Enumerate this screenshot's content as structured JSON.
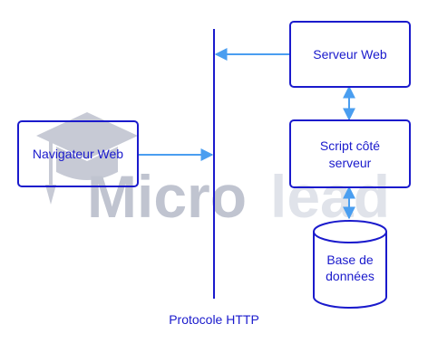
{
  "diagram": {
    "colors": {
      "box_stroke": "#1a1acc",
      "text": "#1a1acc",
      "arrow": "#4a9ef0",
      "protocol_line": "#1a1acc",
      "watermark": "#9aa0b4"
    },
    "watermark": {
      "text_dark": "Micro",
      "text_light": "lead",
      "icon": "graduation-cap-icon"
    },
    "nodes": {
      "navigateur": [
        "Navigateur Web"
      ],
      "serveur": [
        "Serveur Web"
      ],
      "script": [
        "Script côté",
        "serveur"
      ],
      "database": [
        "Base de",
        "données"
      ]
    },
    "protocol_label": "Protocole HTTP"
  }
}
